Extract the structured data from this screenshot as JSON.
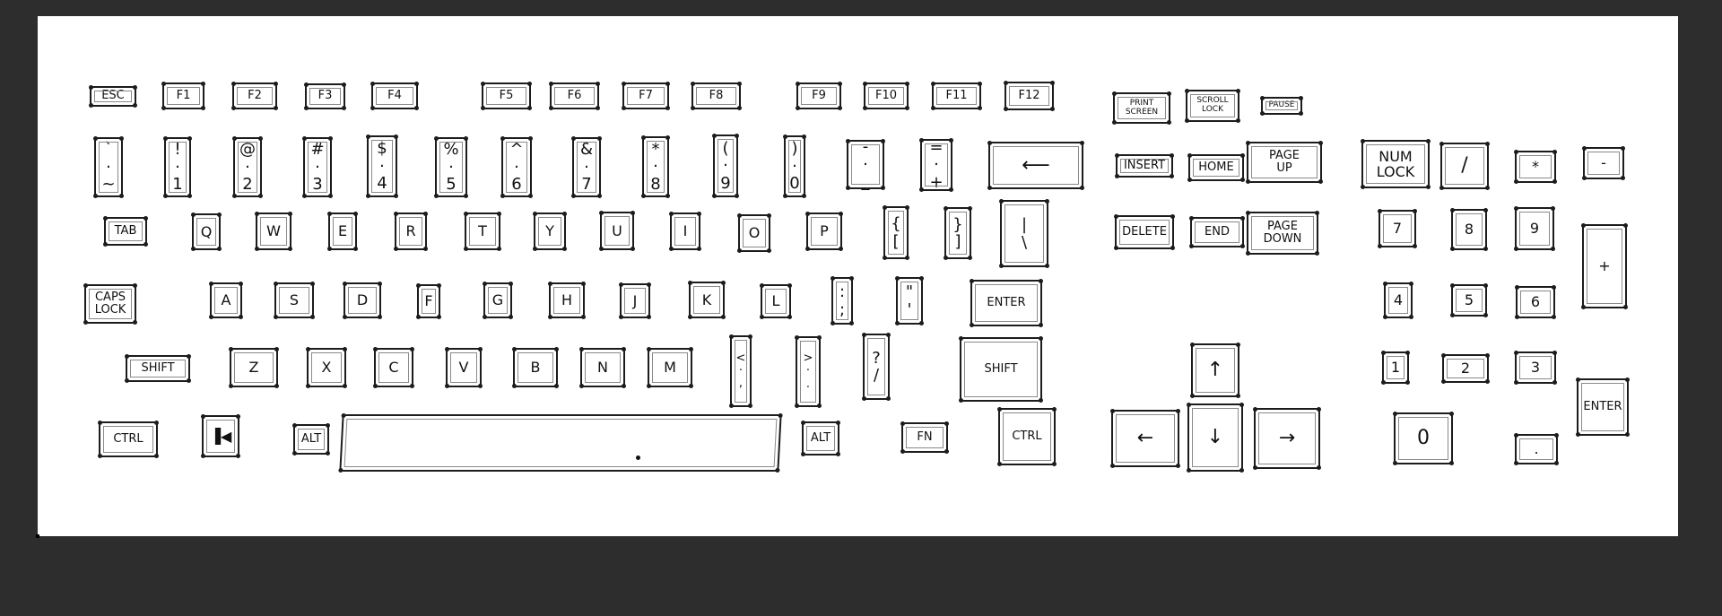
{
  "keyboard": {
    "function_row": [
      "ESC",
      "F1",
      "F2",
      "F3",
      "F4",
      "F5",
      "F6",
      "F7",
      "F8",
      "F9",
      "F10",
      "F11",
      "F12"
    ],
    "system": [
      "PRINT\nSCREEN",
      "SCROLL\nLOCK",
      "PAUSE"
    ],
    "number_row": [
      "`\n·\n~",
      "!\n·\n1",
      "@\n·\n2",
      "#\n·\n3",
      "$\n·\n4",
      "%\n·\n5",
      "^\n·\n6",
      "&\n·\n7",
      "*\n·\n8",
      "(\n·\n9",
      ")\n·\n0",
      "-\n·\n_",
      "=\n·\n+",
      "⟵"
    ],
    "top_letters": [
      "TAB",
      "Q",
      "W",
      "E",
      "R",
      "T",
      "Y",
      "U",
      "I",
      "O",
      "P",
      "{\n[",
      "}\n]",
      "|\n\\"
    ],
    "home_letters": [
      "CAPS\nLOCK",
      "A",
      "S",
      "D",
      "F",
      "G",
      "H",
      "J",
      "K",
      "L",
      ":\n;",
      "\"\n'",
      "ENTER"
    ],
    "bottom_letters": [
      "SHIFT",
      "Z",
      "X",
      "C",
      "V",
      "B",
      "N",
      "M",
      "<\n·\n,",
      ">\n·\n.",
      "?\n/",
      "SHIFT"
    ],
    "space_row": [
      "CTRL",
      "▐◀",
      "ALT",
      "·",
      "ALT",
      "FN",
      "CTRL"
    ],
    "navigation": [
      "INSERT",
      "HOME",
      "PAGE\nUP",
      "DELETE",
      "END",
      "PAGE\nDOWN"
    ],
    "arrows": [
      "↑",
      "←",
      "↓",
      "→"
    ],
    "numpad": [
      "NUM\nLOCK",
      "/",
      "*",
      "-",
      "7",
      "8",
      "9",
      "+",
      "4",
      "5",
      "6",
      "1",
      "2",
      "3",
      "ENTER",
      "0",
      "."
    ]
  },
  "colors": {
    "background": "#2d2d2d",
    "sheet": "#ffffff",
    "key_outline": "#1c1c1c"
  }
}
